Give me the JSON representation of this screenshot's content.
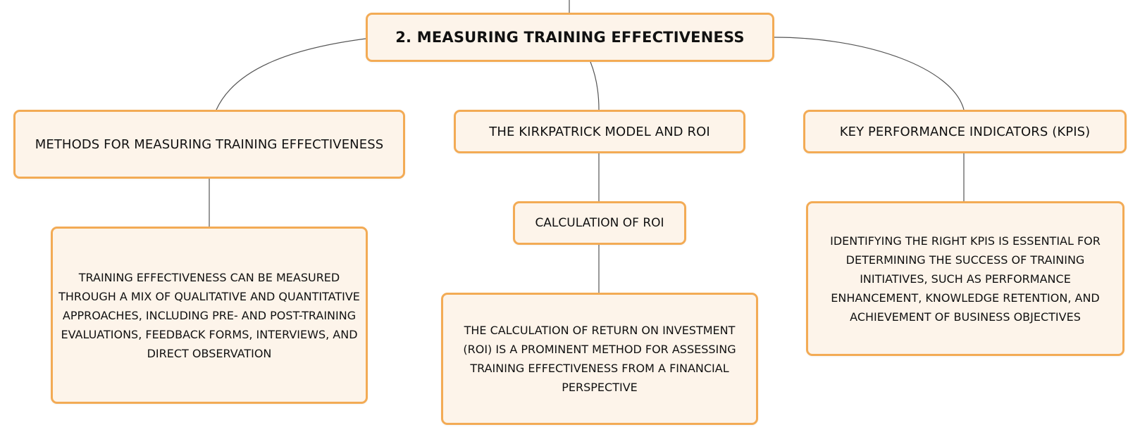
{
  "root": {
    "label": "2. MEASURING TRAINING EFFECTIVENESS"
  },
  "branches": {
    "methods": {
      "label": "METHODS FOR MEASURING TRAINING EFFECTIVENESS",
      "detail": "TRAINING EFFECTIVENESS CAN BE MEASURED THROUGH A MIX OF QUALITATIVE AND QUANTITATIVE APPROACHES, INCLUDING PRE- AND POST-TRAINING EVALUATIONS, FEEDBACK FORMS, INTERVIEWS, AND DIRECT OBSERVATION"
    },
    "kirkpatrick": {
      "label": "THE KIRKPATRICK MODEL AND ROI",
      "sub": {
        "label": "CALCULATION OF ROI",
        "detail": "THE CALCULATION OF RETURN ON INVESTMENT (ROI) IS A PROMINENT METHOD FOR ASSESSING TRAINING EFFECTIVENESS FROM A FINANCIAL PERSPECTIVE"
      }
    },
    "kpis": {
      "label": "KEY PERFORMANCE INDICATORS (KPIS)",
      "detail": "IDENTIFYING THE RIGHT KPIS IS ESSENTIAL FOR DETERMINING THE SUCCESS OF TRAINING INITIATIVES, SUCH AS PERFORMANCE ENHANCEMENT, KNOWLEDGE RETENTION, AND ACHIEVEMENT OF BUSINESS OBJECTIVES"
    }
  },
  "colors": {
    "node_fill": "#fdf4ea",
    "node_border": "#f3ab55",
    "connector": "#555555",
    "text": "#111111"
  }
}
